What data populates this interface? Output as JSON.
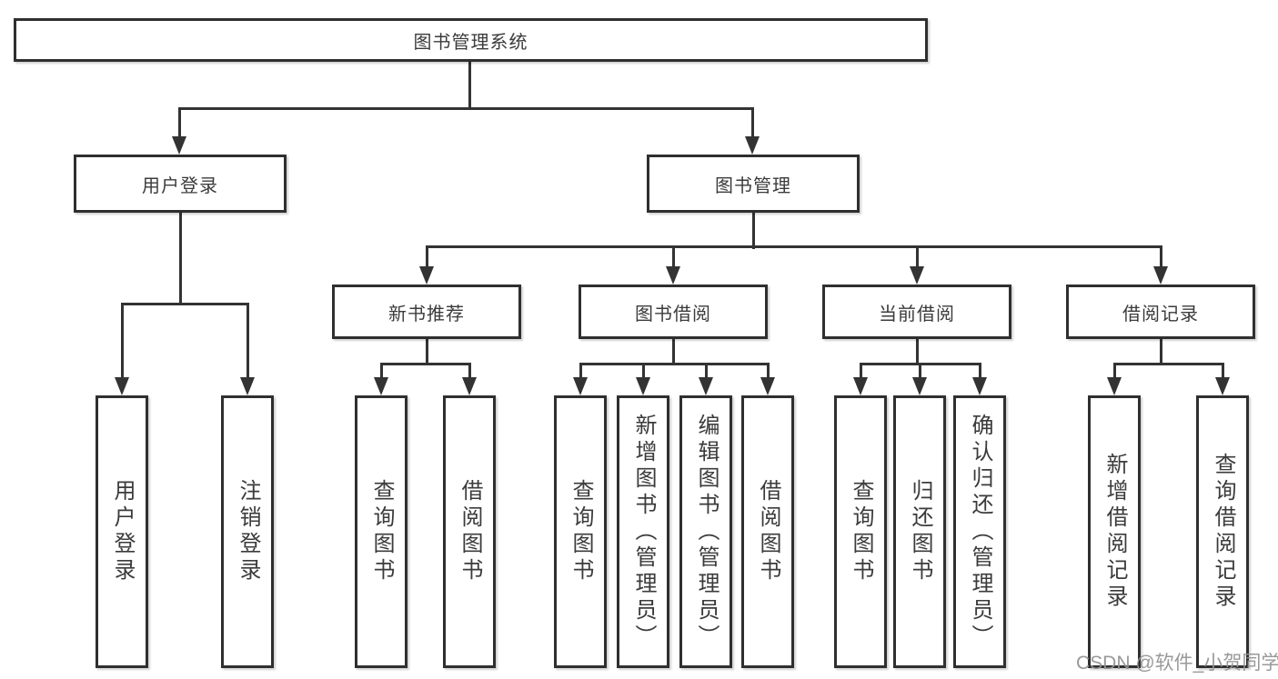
{
  "chart": {
    "root": {
      "label": "图书管理系统"
    },
    "level2": [
      {
        "id": "user-login",
        "label": "用户登录",
        "children": [
          "用户登录",
          "注销登录"
        ]
      },
      {
        "id": "book-management",
        "label": "图书管理",
        "children": [
          {
            "label": "新书推荐",
            "children": [
              "查询图书",
              "借阅图书"
            ]
          },
          {
            "label": "图书借阅",
            "children": [
              "查询图书",
              "新增图书（管理员）",
              "编辑图书（管理员）",
              "借阅图书"
            ]
          },
          {
            "label": "当前借阅",
            "children": [
              "查询图书",
              "归还图书",
              "确认归还（管理员）"
            ]
          },
          {
            "label": "借阅记录",
            "children": [
              "新增借阅记录",
              "查询借阅记录"
            ]
          }
        ]
      }
    ]
  },
  "watermark": "CSDN @软件_小贺同学",
  "colors": {
    "line": "#333333",
    "border": "#2f2f2f",
    "text": "#3b3b3b",
    "watermark": "#949494",
    "background": "#ffffff"
  }
}
